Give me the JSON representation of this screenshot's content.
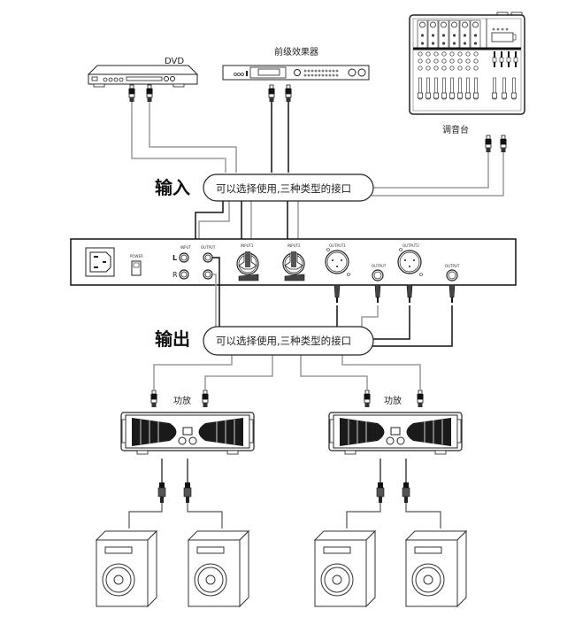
{
  "devices": {
    "dvd": {
      "label": "DVD"
    },
    "preamp_effects": {
      "label": "前级效果器"
    },
    "mixer": {
      "label": "调音台"
    },
    "amp_left": {
      "label": "功放"
    },
    "amp_right": {
      "label": "功放"
    }
  },
  "sections": {
    "input": {
      "title": "输入",
      "note": "可以选择使用,三种类型的接口"
    },
    "output": {
      "title": "输出",
      "note": "可以选择使用,三种类型的接口"
    }
  },
  "panel": {
    "power_label": "POWER",
    "input_label": "INPUT",
    "output_label": "OUTPUT",
    "channel_l": "L",
    "channel_r": "R",
    "xlr_input1": "INPUT1",
    "xlr_input2": "INPUT2",
    "xlr_output1": "OUTPUT1",
    "xlr_output2": "OUTPUT2",
    "jack_output1": "OUTPUT",
    "jack_output2": "OUTPUT"
  },
  "icons": {
    "dvd": "dvd-player-icon",
    "preamp": "effects-processor-icon",
    "mixer": "mixing-console-icon",
    "amplifier": "power-amplifier-icon",
    "speaker": "loudspeaker-icon",
    "rca": "rca-plug-icon",
    "jack": "jack-plug-icon",
    "xlr": "xlr-connector-icon",
    "power_socket": "iec-power-socket-icon",
    "power_switch": "power-switch-icon"
  },
  "colors": {
    "line": "#111111",
    "cable_gray": "#9a9a9a",
    "fill_dark": "#1a1a1a"
  }
}
